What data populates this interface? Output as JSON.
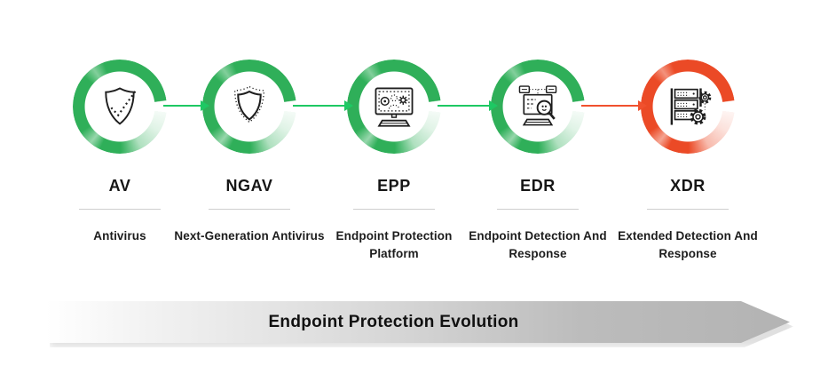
{
  "stages": [
    {
      "abbr": "AV",
      "full": "Antivirus",
      "icon": "shield-check-icon"
    },
    {
      "abbr": "NGAV",
      "full": "Next-Generation Antivirus",
      "icon": "double-shield-icon"
    },
    {
      "abbr": "EPP",
      "full": "Endpoint Protection Platform",
      "icon": "monitor-threats-icon"
    },
    {
      "abbr": "EDR",
      "full": "Endpoint Detection And Response",
      "icon": "monitor-magnifier-icon"
    },
    {
      "abbr": "XDR",
      "full": "Extended Detection And Response",
      "icon": "server-gears-icon"
    }
  ],
  "banner": {
    "label": "Endpoint Protection Evolution"
  },
  "colors": {
    "green": "#2faf59",
    "green_arrow": "#1ec863",
    "red": "#eb4a26",
    "red_arrow": "#f0512e",
    "icon_stroke": "#1e1e1e",
    "divider": "#cfcfcf",
    "banner_gray": "#b3b3b3"
  }
}
